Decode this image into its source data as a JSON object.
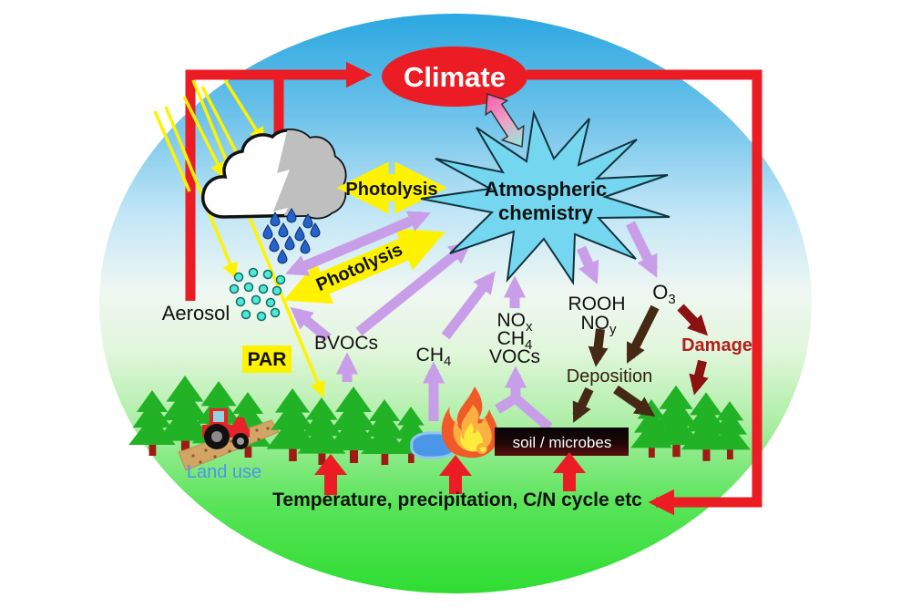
{
  "labels": {
    "climate": "Climate",
    "atmos_line1": "Atmospheric",
    "atmos_line2": "chemistry",
    "photolysis_upper": "Photolysis",
    "photolysis_lower": "Photolysis",
    "par": "PAR",
    "aerosol": "Aerosol",
    "bvocs": "BVOCs",
    "ch4": {
      "base": "CH",
      "sub": "4"
    },
    "nox": {
      "base": "NO",
      "sub": "x"
    },
    "ch4_stack": {
      "base": "CH",
      "sub": "4"
    },
    "vocs": "VOCs",
    "rooh": "ROOH",
    "noy": {
      "base": "NO",
      "sub": "y"
    },
    "o3": {
      "base": "O",
      "sub": "3"
    },
    "deposition": "Deposition",
    "damage": "Damage",
    "soil_microbes": "soil / microbes",
    "land_use": "Land use",
    "drivers": "Temperature, precipitation, C/N cycle etc"
  },
  "colors": {
    "loop_red": "#EC1C24",
    "climate_red": "#EC1C24",
    "star_cyan": "#74D7EF",
    "arrow_purple": "#C99EE8",
    "arrow_yellow": "#FFF200",
    "arrow_brown": "#462914",
    "arrow_darkred": "#8C1111",
    "damage_text": "#B01E1E",
    "deposition_text": "#33200F",
    "landuse_text": "#4D94F0",
    "tree_green": "#22B226",
    "sky_top_blue": "#2AA7E0",
    "ground_green": "#2FDC32",
    "aerosol_dot": "#52E8D8"
  }
}
